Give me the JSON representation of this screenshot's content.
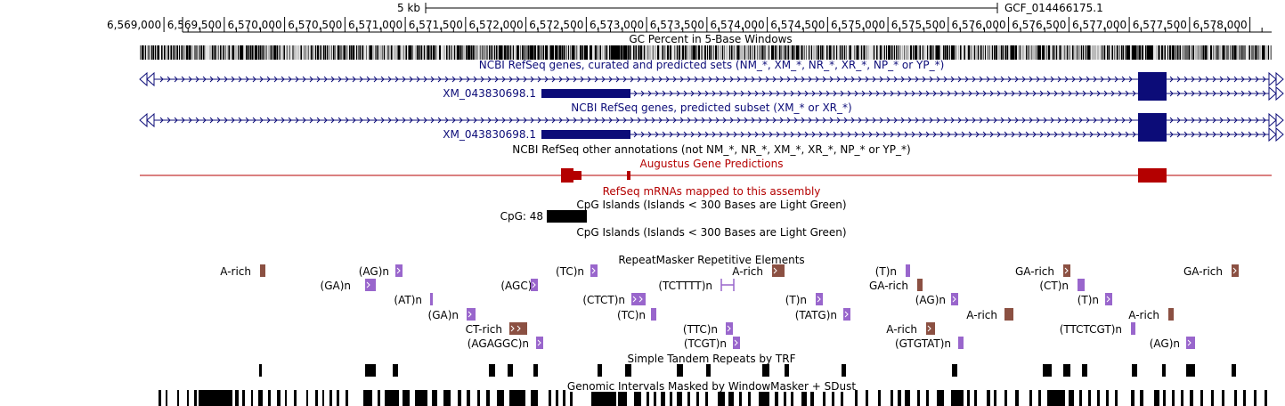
{
  "browser": {
    "scale_label": "5 kb",
    "assembly": "GCF_014466175.1",
    "ruler": {
      "start": 6568800,
      "end": 6578180,
      "ticks": [
        6569000,
        6569500,
        6570000,
        6570500,
        6571000,
        6571500,
        6572000,
        6572500,
        6573000,
        6573500,
        6574000,
        6574500,
        6575000,
        6575500,
        6576000,
        6576500,
        6577000,
        6577500,
        6578000
      ],
      "tick_labels": [
        "6,569,000",
        "6,569,500",
        "6,570,000",
        "6,570,500",
        "6,571,000",
        "6,571,500",
        "6,572,000",
        "6,572,500",
        "6,573,000",
        "6,573,500",
        "6,574,000",
        "6,574,500",
        "6,575,000",
        "6,575,500",
        "6,576,000",
        "6,576,500",
        "6,577,000",
        "6,577,500",
        "6,578,000"
      ]
    }
  },
  "tracks": {
    "gc_percent": {
      "title": "GC Percent in 5-Base Windows"
    },
    "refseq_all": {
      "title": "NCBI RefSeq genes, curated and predicted sets (NM_*, XM_*, NR_*, XR_*, NP_* or YP_*)",
      "color": "#0c0c78",
      "transcript_label": "XM_043830698.1"
    },
    "refseq_predicted": {
      "title": "NCBI RefSeq genes, predicted subset (XM_* or XR_*)",
      "transcript_label": "XM_043830698.1"
    },
    "refseq_other": {
      "title": "NCBI RefSeq other annotations (not NM_*, NR_*, XM_*, XR_*, NP_* or YP_*)"
    },
    "augustus": {
      "title": "Augustus Gene Predictions",
      "color": "#b40000"
    },
    "refseq_mrna": {
      "title": "RefSeq mRNAs mapped to this assembly",
      "color": "#b40000"
    },
    "cpg1": {
      "title": "CpG Islands (Islands < 300 Bases are Light Green)",
      "item_label": "CpG: 48"
    },
    "cpg2": {
      "title": "CpG Islands (Islands < 300 Bases are Light Green)"
    },
    "repeatmasker": {
      "title": "RepeatMasker Repetitive Elements",
      "color_simple": "#9966cc",
      "color_lowcomplex": "#8b5042",
      "items": [
        {
          "label": "A-rich",
          "type": "low"
        },
        {
          "label": "(AG)n",
          "type": "simple"
        },
        {
          "label": "(TC)n",
          "type": "simple"
        },
        {
          "label": "A-rich",
          "type": "low"
        },
        {
          "label": "(T)n",
          "type": "simple"
        },
        {
          "label": "GA-rich",
          "type": "low"
        },
        {
          "label": "GA-rich",
          "type": "low"
        },
        {
          "label": "(GA)n",
          "type": "simple"
        },
        {
          "label": "(AGC)n",
          "type": "simple"
        },
        {
          "label": "(TCTTTT)n",
          "type": "simple"
        },
        {
          "label": "GA-rich",
          "type": "low"
        },
        {
          "label": "(CT)n",
          "type": "simple"
        },
        {
          "label": "(AT)n",
          "type": "simple"
        },
        {
          "label": "(CTCT)n",
          "type": "simple"
        },
        {
          "label": "(T)n",
          "type": "simple"
        },
        {
          "label": "(AG)n",
          "type": "simple"
        },
        {
          "label": "(T)n",
          "type": "simple"
        },
        {
          "label": "(GA)n",
          "type": "simple"
        },
        {
          "label": "(TC)n",
          "type": "simple"
        },
        {
          "label": "(TATG)n",
          "type": "simple"
        },
        {
          "label": "A-rich",
          "type": "low"
        },
        {
          "label": "A-rich",
          "type": "low"
        },
        {
          "label": "CT-rich",
          "type": "low"
        },
        {
          "label": "(TTC)n",
          "type": "simple"
        },
        {
          "label": "A-rich",
          "type": "low"
        },
        {
          "label": "(TTCTCGT)n",
          "type": "simple"
        },
        {
          "label": "(AGAGGC)n",
          "type": "simple"
        },
        {
          "label": "(TCGT)n",
          "type": "simple"
        },
        {
          "label": "(GTGTAT)n",
          "type": "simple"
        },
        {
          "label": "(AG)n",
          "type": "simple"
        }
      ]
    },
    "trf": {
      "title": "Simple Tandem Repeats by TRF"
    },
    "windowmasker": {
      "title": "Genomic Intervals Masked by WindowMasker + SDust"
    }
  }
}
